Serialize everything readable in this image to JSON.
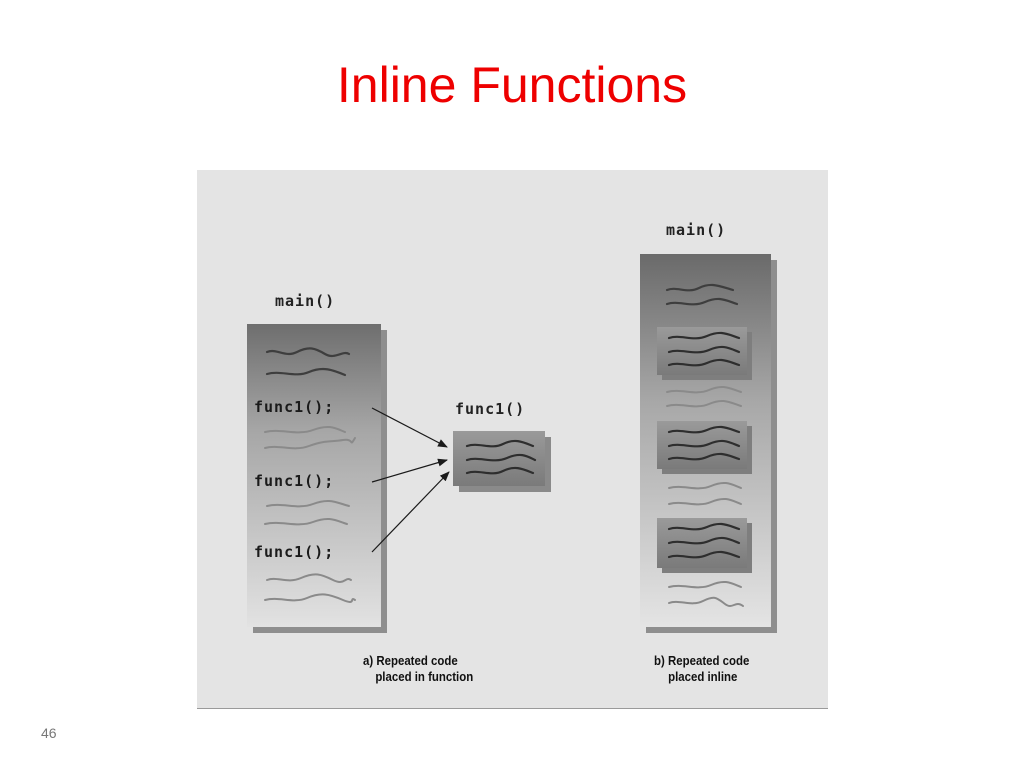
{
  "slide": {
    "title": "Inline Functions",
    "number": "46"
  },
  "diagram": {
    "left_panel": {
      "header": "main()",
      "calls": [
        "func1();",
        "func1();",
        "func1();"
      ],
      "caption_line1": "a) Repeated code",
      "caption_line2": "placed in function"
    },
    "function_box": {
      "header": "func1()"
    },
    "right_panel": {
      "header": "main()",
      "caption_line1": "b) Repeated code",
      "caption_line2": "placed inline"
    }
  },
  "colors": {
    "title": "#ee0000",
    "figure_background": "#e4e4e4",
    "panel_dark": "#707070",
    "panel_light": "#d6d6d6",
    "code_squiggle": "#3a3a3a",
    "plain_squiggle": "#909090"
  }
}
